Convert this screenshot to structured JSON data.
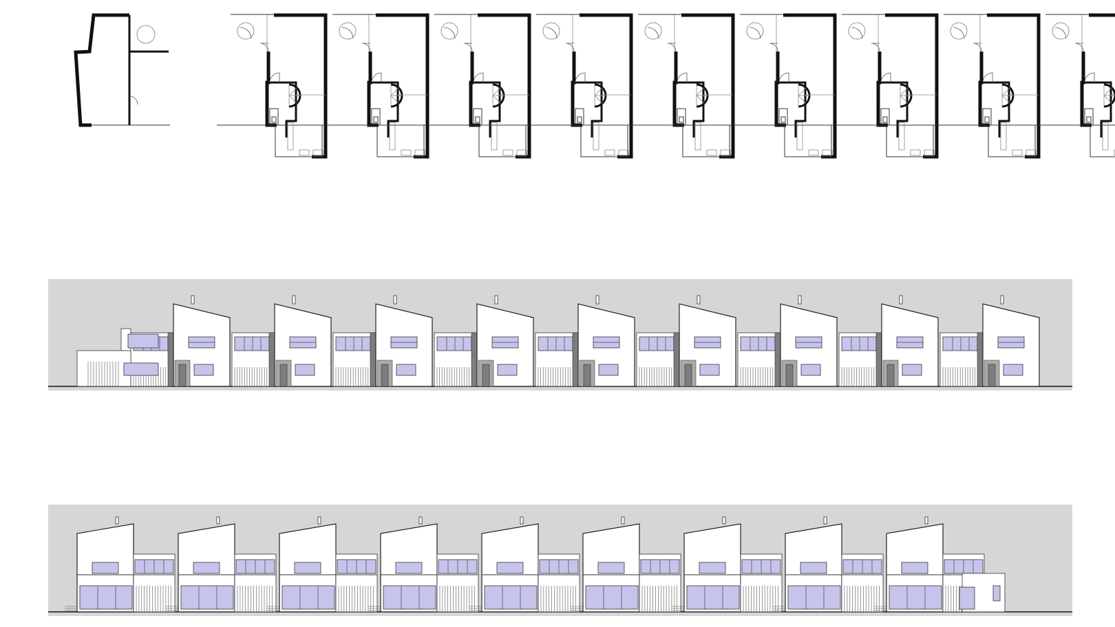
{
  "drawing": {
    "unit_count": 9,
    "views": [
      "floor-plan",
      "front-elevation",
      "rear-elevation"
    ],
    "colors": {
      "background": "#ffffff",
      "elevation_band": "#d6d6d6",
      "glazing": "#c7c4ec",
      "walls": "#111111",
      "shadow": "#7d7d7d"
    }
  }
}
